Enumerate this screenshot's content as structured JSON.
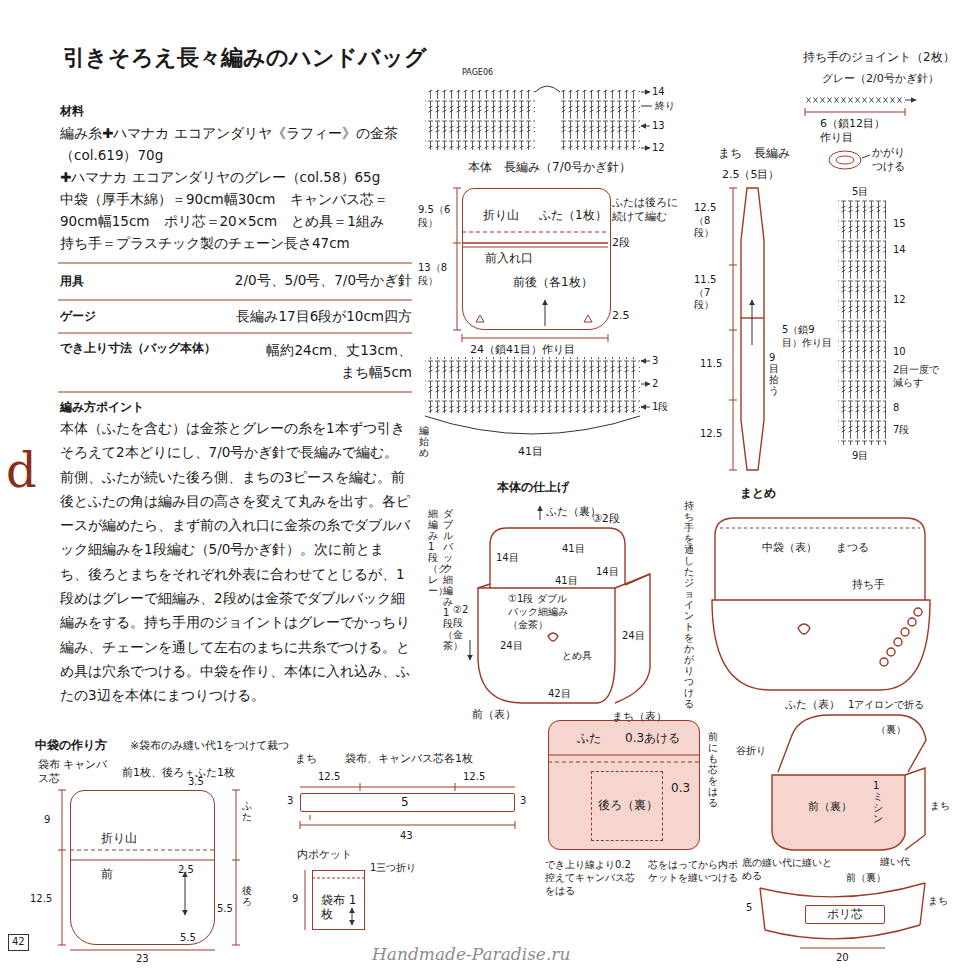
{
  "diagram": {
    "title": "引きそろえ長々編みのハンドバッグ",
    "nodes": [
      {
        "text": [
          "折り山",
          "ふた（1枚）",
          "前入れ口",
          "前後（各1枚）"
        ]
      },
      {
        "text": [
          "折り山",
          "前"
        ]
      },
      {
        "text": [
          "5"
        ]
      },
      {
        "text": [
          "袋布 1枚"
        ]
      },
      {
        "text": [
          "ふた",
          "0.3あける",
          "0.3"
        ]
      },
      {
        "text": [
          "後ろ（裏）"
        ],
        "in": 4
      },
      {
        "text": [
          "ポリ芯"
        ]
      }
    ],
    "labels": [
      "PAGE06",
      "材料",
      "編み糸✚ハマナカ エコアンダリヤ《ラフィー》の金茶（col.619）70g",
      "✚ハマナカ エコアンダリヤのグレー（col.58）65g",
      "中袋（厚手木綿）＝90cm幅30cm　キャンバス芯＝90cm幅15cm　ポリ芯＝20×5cm　とめ具＝1組み",
      "持ち手＝プラスチック製のチェーン長さ47cm",
      "用具",
      "2/0号、5/0号、7/0号かぎ針",
      "ゲージ",
      "長編み17目6段が10cm四方",
      "でき上り寸法（バッグ本体）",
      "幅約24cm、丈13cm、まち幅5cm",
      "編み方ポイント",
      "本体（ふたを含む）は金茶とグレーの糸を1本ずつ引きそろえて2本どりにし、7/0号かぎ針で長編みで編む。前側、ふたが続いた後ろ側、まちの3ピースを編む。前後とふたの角は編み目の高さを変えて丸みを出す。各ピースが編めたら、まず前の入れ口に金茶の糸でダブルバック細編みを1段編む（5/0号かぎ針）。次に前とまち、後ろとまちをそれぞれ外表に合わせてとじるが、1段めはグレーで細編み、2段めは金茶でダブルバック細編みをする。持ち手用のジョイントはグレーでかっちり編み、チェーンを通して左右のまちに共糸でつける。とめ具は穴糸でつける。中袋を作り、本体に入れ込み、ふたの3辺を本体にまつりつける。",
      "d",
      "42",
      "14",
      "終り",
      "13",
      "12",
      "本体　長編み（7/0号かぎ針）",
      "ふたは後ろに続けて編む",
      "2段",
      "2.5",
      "9.5（6段）",
      "13（8段）",
      "24（鎖41目）作り目",
      "3",
      "2",
      "1段",
      "編始め",
      "41目",
      "まち　長編み",
      "2.5（5目）",
      "12.5（8段）",
      "11.5（7段）",
      "11.5",
      "12.5",
      "5（鎖9目）作り目",
      "9目拾う",
      "持ち手のジョイント（2枚）",
      "グレー（2/0号かぎ針）",
      "6（鎖12目）作り目",
      "かがりつける",
      "5目",
      "15",
      "14",
      "12",
      "10",
      "2目一度で減らす",
      "8",
      "7段",
      "9目",
      "本体の仕上げ",
      "ふた（裏）",
      "③2段",
      "41目",
      "14目",
      "14目",
      "41目",
      "①1段 ダブルバック細編み（金茶）",
      "②2段",
      "24目",
      "24目",
      "とめ具",
      "42目",
      "前（表）",
      "まち（表）",
      "細編み1段（グレー）",
      "ダブルバック細編み1段（金茶）",
      "持ち手を通したジョイントをかがりつける",
      "まとめ",
      "中袋（表）",
      "まつる",
      "持ち手",
      "中袋の作り方",
      "※袋布のみ縫い代1をつけて裁つ",
      "袋布 キャンバス芯",
      "前1枚、後ろ＋ふた1枚",
      "3.5",
      "9",
      "2.5",
      "12.5",
      "5.5",
      "5.5",
      "23",
      "ふた",
      "後ろ",
      "まち",
      "袋布、キャンバス芯各1枚",
      "12.5",
      "12.5",
      "3",
      "3",
      "43",
      "内ポケット",
      "1三つ折り",
      "9",
      "前にも芯をはる",
      "でき上り線より0.2控えてキャンバス芯をはる",
      "芯をはってから内ポケットを縫いつける",
      "ふた（表）",
      "1アイロンで折る",
      "谷折り",
      "（裏）",
      "前（裏）",
      "1ミシン",
      "まち",
      "底の縫い代に縫いとめる",
      "縫い代",
      "前（裏）",
      "まち",
      "5",
      "20",
      "Handmade-Paradise.ru"
    ]
  }
}
